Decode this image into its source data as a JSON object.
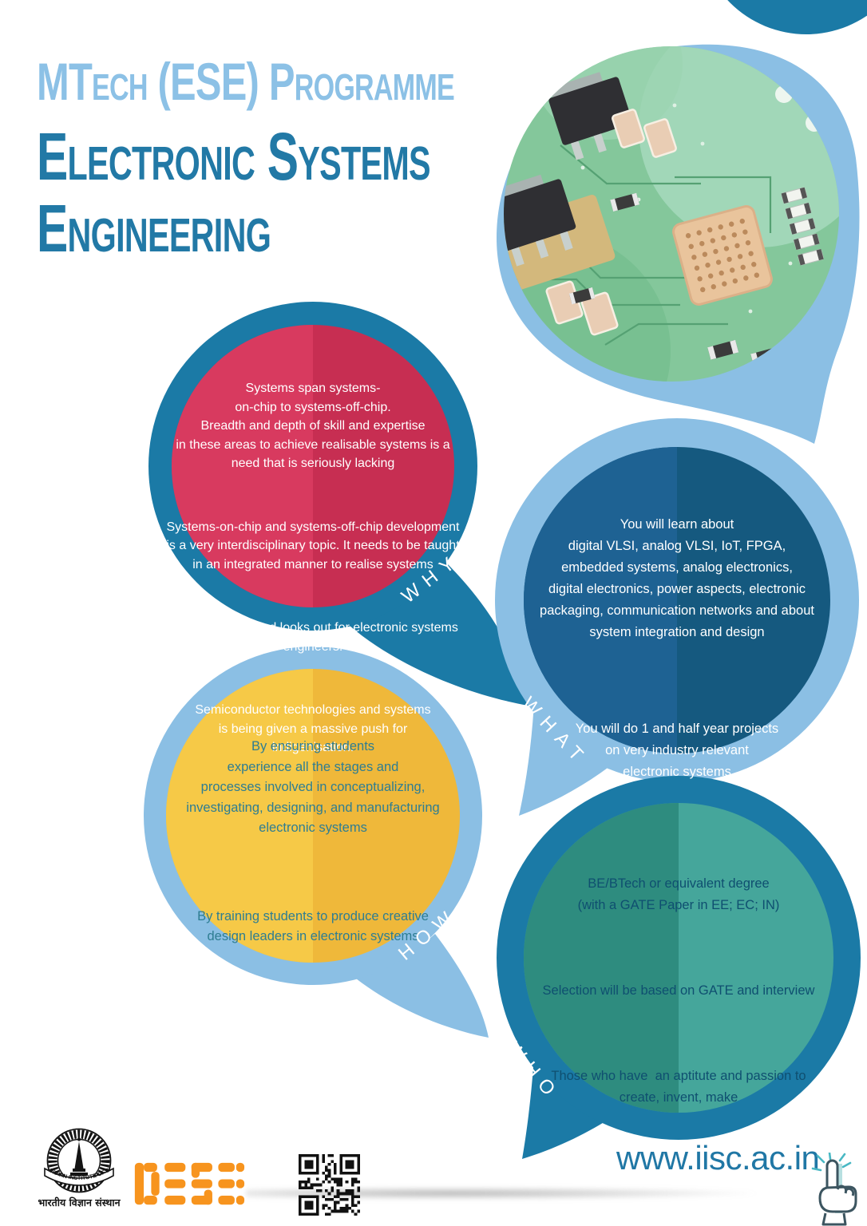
{
  "title": {
    "line1": "MTech (ESE) Programme",
    "line2": "Electronic Systems",
    "line3": "Engineering"
  },
  "sections": {
    "why": {
      "label": "WHY",
      "paragraphs": [
        [
          "Systems span systems-",
          "on-chip to systems-off-chip.",
          "Breadth and depth of skill and expertise",
          "in these areas to achieve realisable systems is a",
          "need that is seriously lacking"
        ],
        [
          "Systems-on-chip and systems-off-chip development",
          "is a very interdisciplinary topic. It needs to be taught",
          "in an integrated manner to realise systems"
        ],
        [
          "Industry needs and looks out for electronic systems",
          "engineers."
        ],
        [
          "Semiconductor technologies and systems",
          "is being given a massive push for",
          "indigenisation."
        ]
      ]
    },
    "what": {
      "label": "WHAT",
      "paragraphs": [
        [
          "You will learn about",
          "digital VLSI, analog VLSI, IoT, FPGA,",
          "embedded systems, analog electronics,",
          "digital electronics, power aspects, electronic",
          "packaging, communication networks and about",
          "system integration and design"
        ],
        [
          "You will do 1 and half year projects",
          "on very industry relevant",
          "electronic systems"
        ]
      ]
    },
    "how": {
      "label": "HOW",
      "paragraphs": [
        [
          "By ensuring students",
          "experience all the stages and",
          "processes involved in conceptualizing,",
          "investigating, designing, and manufacturing",
          "electronic systems"
        ],
        [
          "By training students to produce creative",
          "design leaders in electronic systems"
        ]
      ]
    },
    "who": {
      "label": "WHO",
      "paragraphs": [
        [
          "BE/BTech or equivalent degree",
          "(with a GATE Paper in EE; EC; IN)"
        ],
        [
          "Selection will be based on GATE and interview"
        ],
        [
          "Those who have  an aptitute and passion to",
          "create, invent, make"
        ]
      ]
    }
  },
  "footer": {
    "website": "www.iisc.ac.in",
    "iisc_logo": {
      "banner_text": "INDIAN INSTITUTE OF SCIENCE",
      "hindi_text": "भारतीय विज्ञान संस्थान"
    },
    "dese_logo": {
      "name": "DESE"
    }
  },
  "colors": {
    "title-light": "#8cc1e6",
    "title-dark": "#2279a6",
    "light-blue": "#8bbfe4",
    "dark-blue": "#1b7aa6",
    "red-left": "#d83a5f",
    "red-right": "#c72e52",
    "navy-left": "#1e6293",
    "navy-right": "#15597f",
    "yellow-left": "#f6c947",
    "yellow-right": "#efb83a",
    "teal-left": "#2e8c7f",
    "teal-right": "#45a69b",
    "how-text": "#2e7d92",
    "who-text": "#0f4f70",
    "website-blue": "#2077a5",
    "orange": "#f7941e",
    "pcb-green": "#84c79b"
  }
}
